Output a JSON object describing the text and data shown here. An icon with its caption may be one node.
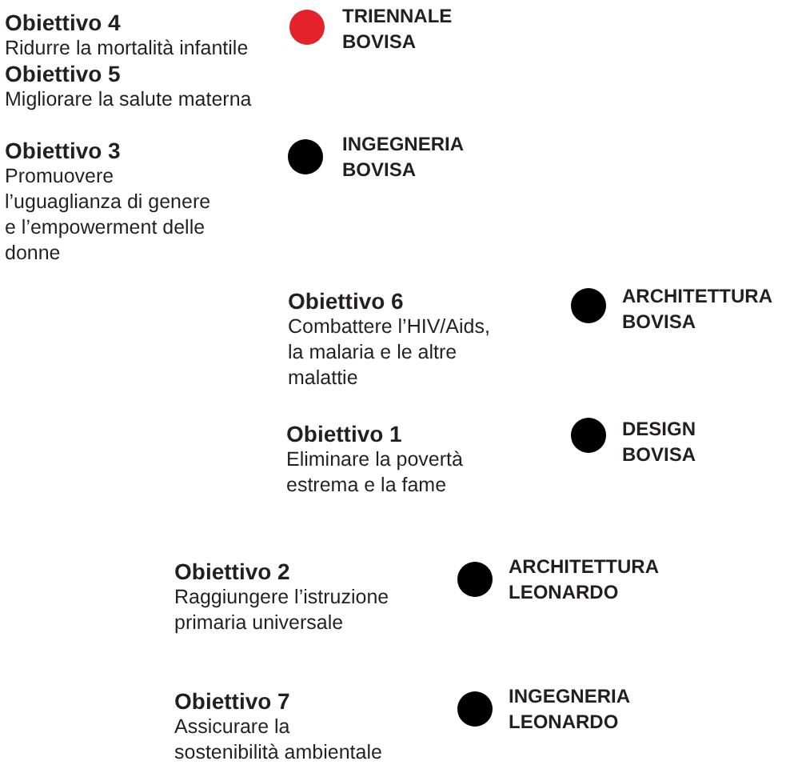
{
  "diagram": {
    "nodes": [
      {
        "text": [],
        "shape": "circle",
        "beside": [
          "TRIENNALE BOVISA"
        ]
      },
      {
        "text": [],
        "shape": "circle",
        "beside": [
          "INGEGNERIA BOVISA"
        ]
      },
      {
        "text": [],
        "shape": "circle",
        "beside": [
          "ARCHITETTURA BOVISA"
        ]
      },
      {
        "text": [],
        "shape": "circle",
        "beside": [
          "DESIGN BOVISA"
        ]
      },
      {
        "text": [],
        "shape": "circle",
        "beside": [
          "ARCHITETTURA LEONARDO"
        ]
      },
      {
        "text": [],
        "shape": "circle",
        "beside": [
          "INGEGNERIA LEONARDO"
        ]
      }
    ],
    "labels": [
      "Obiettivo 4",
      "Ridurre la mortalità infantile",
      "Obiettivo 5",
      "Migliorare la salute materna",
      "Obiettivo 3",
      "Promuovere l’uguaglianza di genere e l’empowerment delle donne",
      "Obiettivo 6",
      "Combattere l’HIV/Aids, la malaria e le altre malattie",
      "Obiettivo 1",
      "Eliminare la povertà estrema e la fame",
      "Obiettivo 2",
      "Raggiungere l’istruzione primaria universale",
      "Obiettivo 7",
      "Assicurare la sostenibilità ambientale"
    ]
  }
}
